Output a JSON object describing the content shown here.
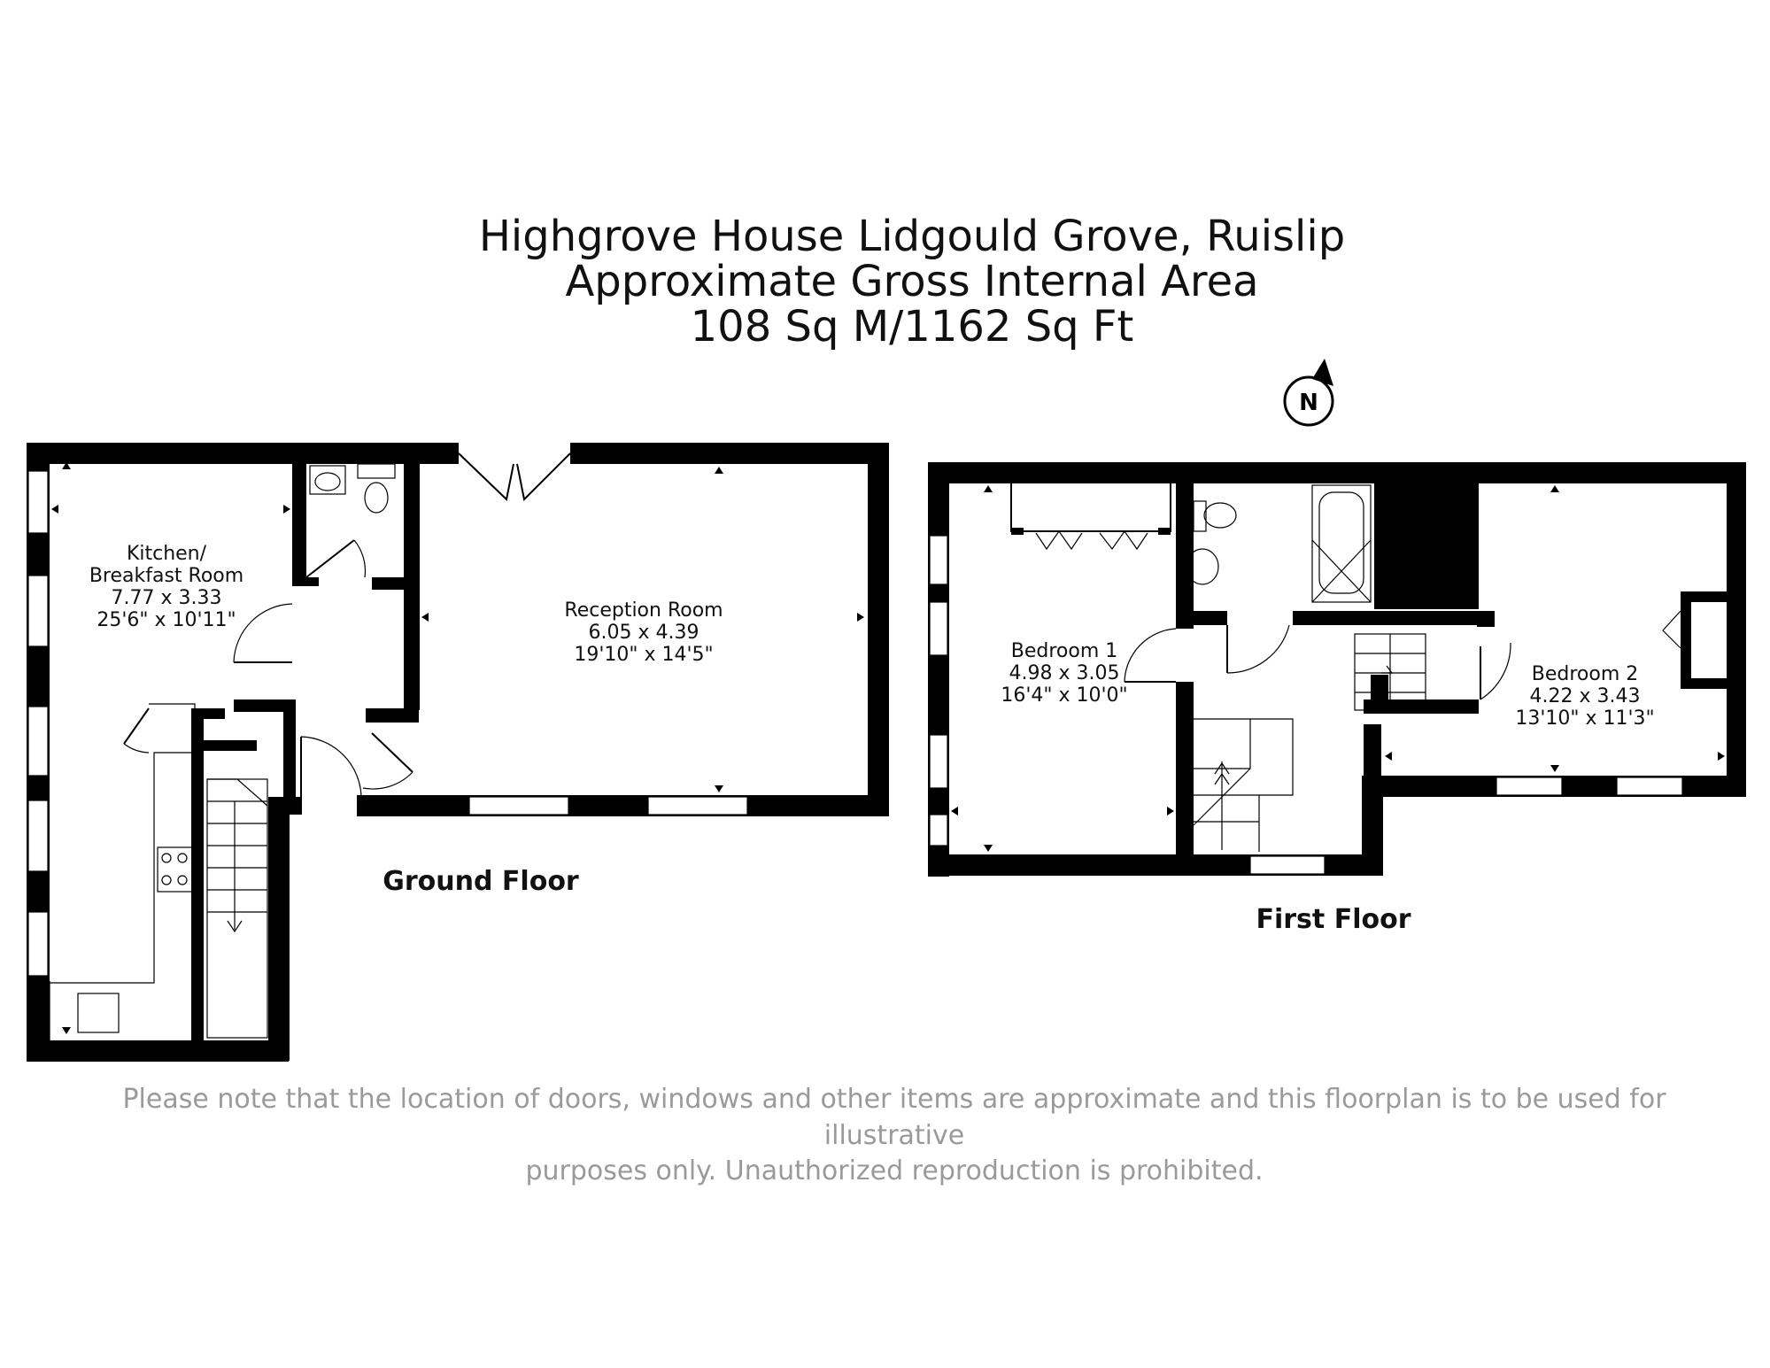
{
  "header": {
    "title": "Highgrove House Lidgould Grove, Ruislip",
    "subtitle": "Approximate Gross Internal Area",
    "area": "108 Sq M/1162 Sq Ft"
  },
  "compass": {
    "letter": "N"
  },
  "floors": {
    "ground": {
      "label": "Ground Floor",
      "rooms": {
        "kitchen": {
          "name_line1": "Kitchen/",
          "name_line2": "Breakfast Room",
          "metric": "7.77 x 3.33",
          "imperial": "25'6\" x 10'11\""
        },
        "reception": {
          "name": "Reception Room",
          "metric": "6.05 x 4.39",
          "imperial": "19'10\" x 14'5\""
        }
      }
    },
    "first": {
      "label": "First Floor",
      "rooms": {
        "bedroom1": {
          "name": "Bedroom 1",
          "metric": "4.98 x 3.05",
          "imperial": "16'4\" x 10'0\""
        },
        "bedroom2": {
          "name": "Bedroom 2",
          "metric": "4.22 x 3.43",
          "imperial": "13'10\" x 11'3\""
        }
      }
    }
  },
  "disclaimer": {
    "line1": "Please note that the location of doors, windows and other items are approximate and this floorplan is to be used for illustrative",
    "line2": "purposes only. Unauthorized reproduction is prohibited."
  }
}
